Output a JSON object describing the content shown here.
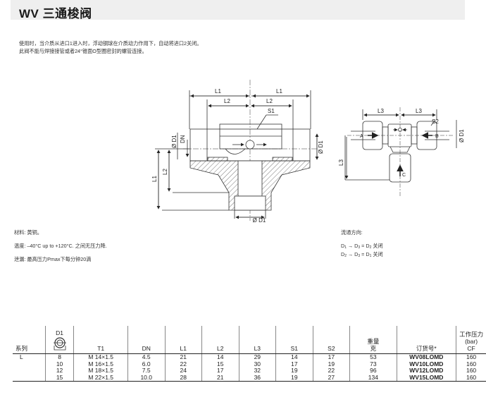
{
  "header": {
    "title": "WV  三通梭阀"
  },
  "description": {
    "line1": "使用时，当介质从进口1进入时，浮动钢球在介质动力作用下，自动将进口2关闭。",
    "line2": "此阀不能与焊接接管或者24°锥面O型圈密封的螺管连接。"
  },
  "drawing_main": {
    "labels": {
      "L1": "L1",
      "L2": "L2",
      "S1": "S1",
      "D1": "Ø D1",
      "DN": "DN"
    }
  },
  "drawing_side": {
    "labels": {
      "L3": "L3",
      "S2": "S2",
      "D1": "Ø D1",
      "A": "A",
      "B": "B",
      "C": "C"
    }
  },
  "notes": {
    "material": "材料: 黄铜。",
    "temperature": "温度: –40°C up to +120°C. 之间无压力降.",
    "leakage": "泄漏:  最高压力Pmax下每分钟20滴"
  },
  "flow": {
    "title": "流通方向:",
    "rows": [
      {
        "from": "D",
        "from_sub": "1",
        "to": "D",
        "to_sub": "3",
        "closed": "D",
        "closed_sub": "2",
        "status": "关闭"
      },
      {
        "from": "D",
        "from_sub": "2",
        "to": "D",
        "to_sub": "3",
        "closed": "D",
        "closed_sub": "1",
        "status": "关闭"
      }
    ],
    "arrow": "→",
    "eq": "="
  },
  "table": {
    "headers": {
      "series": "系列",
      "d1": "D1",
      "t1": "T1",
      "dn": "DN",
      "l1": "L1",
      "l2": "L2",
      "l3": "L3",
      "s1": "S1",
      "s2": "S2",
      "weight_1": "重量",
      "weight_2": "克",
      "order": "订货号*",
      "pressure_1": "工作压力",
      "pressure_2": "(bar)",
      "pressure_3": "CF"
    },
    "series_value": "L",
    "rows": [
      {
        "d1": "8",
        "t1": "M 14×1.5",
        "dn": "4.5",
        "l1": "21",
        "l2": "14",
        "l3": "29",
        "s1": "14",
        "s2": "17",
        "weight": "53",
        "order": "WV08LOMD",
        "pressure": "160"
      },
      {
        "d1": "10",
        "t1": "M 16×1.5",
        "dn": "6.0",
        "l1": "22",
        "l2": "15",
        "l3": "30",
        "s1": "17",
        "s2": "19",
        "weight": "73",
        "order": "WV10LOMD",
        "pressure": "160"
      },
      {
        "d1": "12",
        "t1": "M 18×1.5",
        "dn": "7.5",
        "l1": "24",
        "l2": "17",
        "l3": "32",
        "s1": "19",
        "s2": "22",
        "weight": "96",
        "order": "WV12LOMD",
        "pressure": "160"
      },
      {
        "d1": "15",
        "t1": "M 22×1.5",
        "dn": "10.0",
        "l1": "28",
        "l2": "21",
        "l3": "36",
        "s1": "19",
        "s2": "27",
        "weight": "134",
        "order": "WV15LOMD",
        "pressure": "160"
      }
    ]
  }
}
